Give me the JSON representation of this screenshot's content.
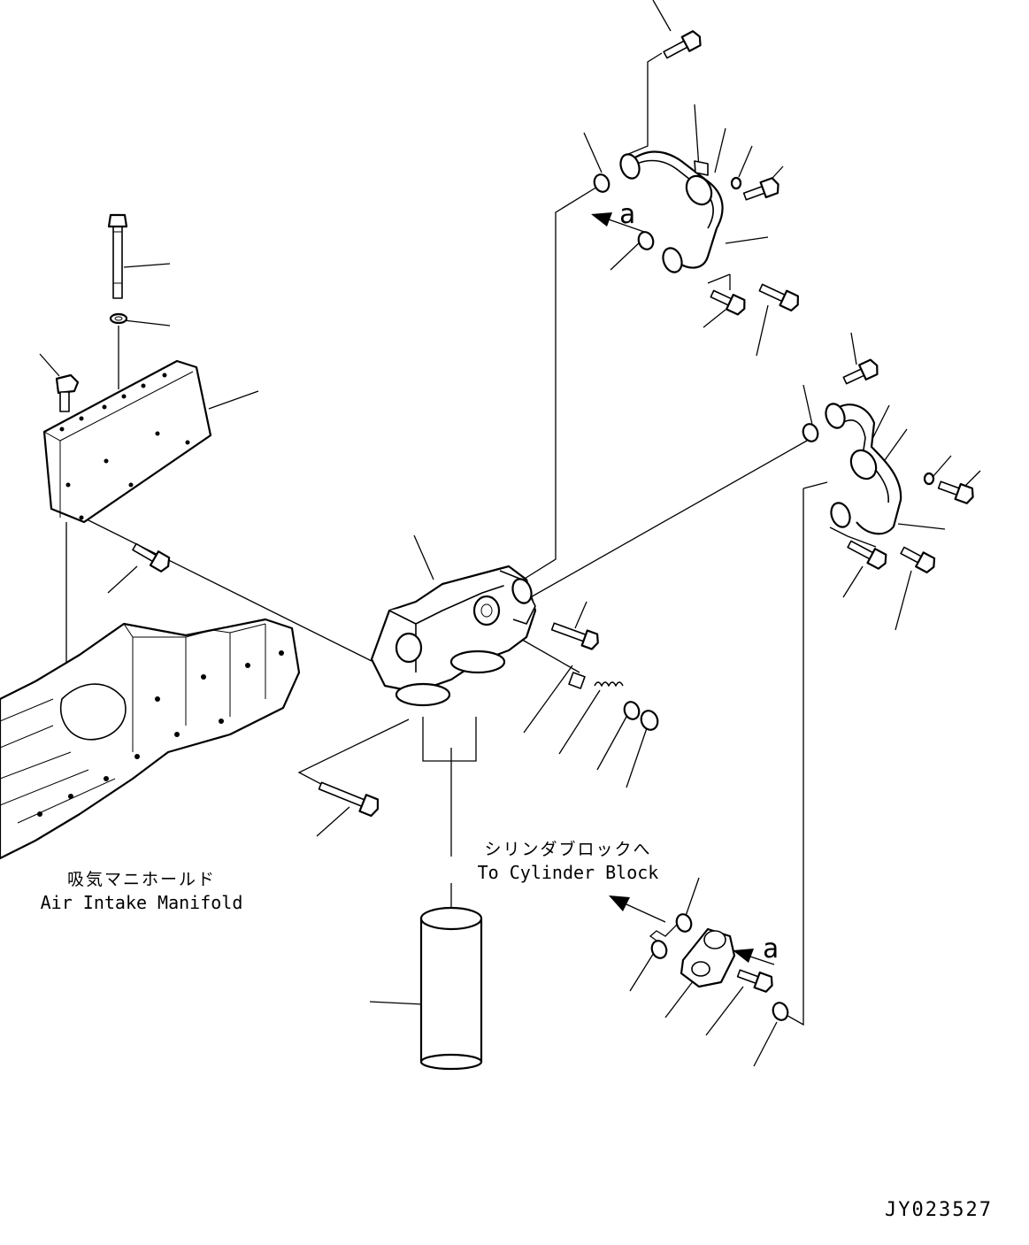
{
  "labels": {
    "air_intake_jp": "吸気マニホールド",
    "air_intake_en": "Air Intake Manifold",
    "cylinder_block_jp": "シリンダブロックへ",
    "cylinder_block_en": "To Cylinder Block",
    "arrow_a_upper": "a",
    "arrow_a_lower": "a",
    "drawing_id": "JY023527"
  }
}
